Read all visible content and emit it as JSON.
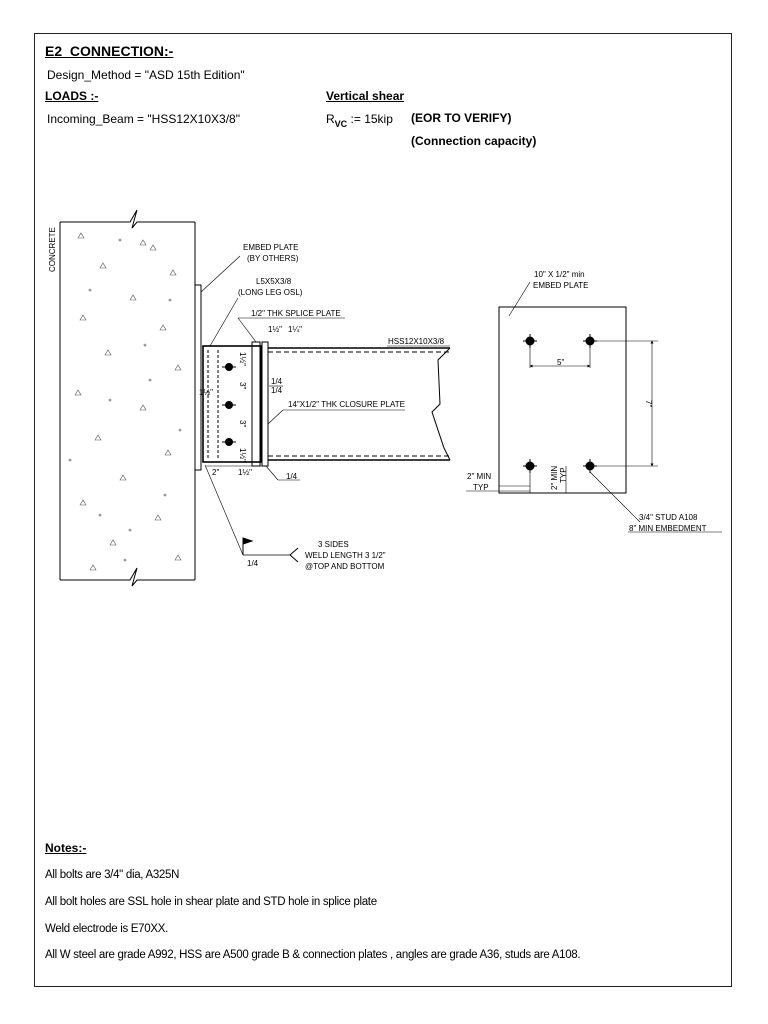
{
  "header": {
    "title": "E2_CONNECTION:-",
    "design_method": "Design_Method = \"ASD 15th Edition\"",
    "loads_label": "LOADS :-",
    "incoming_beam": "Incoming_Beam = \"HSS12X10X3/8\"",
    "vertical_shear_label": "Vertical shear",
    "rvc_symbol": "R",
    "rvc_subscript": "VC",
    "rvc_value": ":= 15kip",
    "eor_note": "(EOR TO VERIFY)",
    "capacity_note": "(Connection capacity)"
  },
  "drawing": {
    "concrete_label": "CONCRETE",
    "embed_plate": "EMBED PLATE",
    "by_others": "(BY OTHERS)",
    "angle": "L5X5X3/8",
    "long_leg": "(LONG LEG OSL)",
    "splice_plate": "1/2\" THK SPLICE PLATE",
    "hss_label": "HSS12X10X3/8",
    "closure_plate": "14\"X1/2\" THK CLOSURE PLATE",
    "weld_quarter": "1/4",
    "weld_sides": "3 SIDES",
    "weld_length": "WELD LENGTH 3 1/2\"",
    "weld_location": "@TOP AND BOTTOM",
    "dim_one_half": "1½\"",
    "dim_three": "3\"",
    "dim_two_edge": "2\"",
    "dim_one_quarter": "1¼\"",
    "embed_plate_size": "10\" X 1/2\" min",
    "embed_plate_right": "EMBED PLATE",
    "dim_five": "5\"",
    "dim_seven": "7\"",
    "two_min": "2\" MIN",
    "typ": "TYP",
    "stud": "3/4\" STUD A108",
    "embedment": "8\" MIN EMBEDMENT"
  },
  "notes": {
    "heading": "Notes:-",
    "items": [
      "All bolts are 3/4\" dia, A325N",
      "All bolt holes are SSL hole in shear plate and STD hole in splice plate",
      "Weld electrode is E70XX.",
      "All W steel are grade A992, HSS are A500 grade B & connection plates , angles are grade A36, studs are A108."
    ]
  }
}
